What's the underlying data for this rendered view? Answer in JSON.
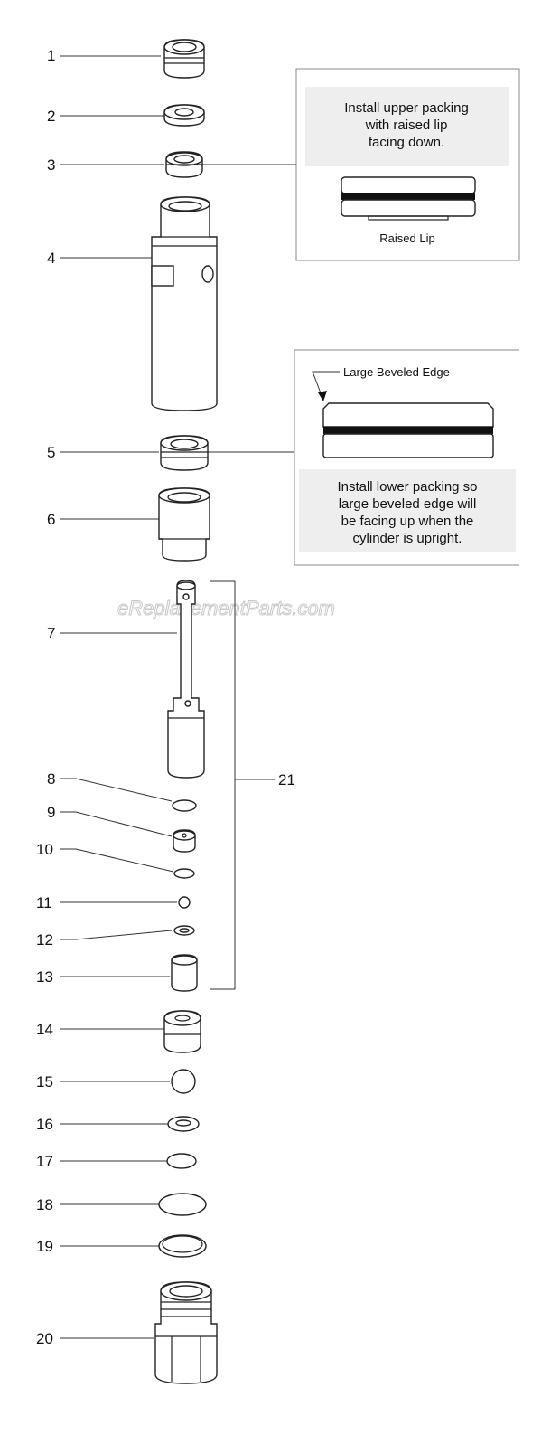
{
  "callouts": {
    "upper_packing": {
      "text_lines": [
        "Install upper packing",
        "with raised lip",
        "facing down."
      ],
      "label": "Raised Lip"
    },
    "lower_packing": {
      "top_label": "Large Beveled Edge",
      "text_lines": [
        "Install lower packing so",
        "large beveled edge will",
        "be facing up when the",
        "cylinder is upright."
      ]
    }
  },
  "watermark": "eReplacementParts.com",
  "parts": [
    {
      "number": "1"
    },
    {
      "number": "2"
    },
    {
      "number": "3"
    },
    {
      "number": "4"
    },
    {
      "number": "5"
    },
    {
      "number": "6"
    },
    {
      "number": "7"
    },
    {
      "number": "8"
    },
    {
      "number": "9"
    },
    {
      "number": "10"
    },
    {
      "number": "11"
    },
    {
      "number": "12"
    },
    {
      "number": "13"
    },
    {
      "number": "14"
    },
    {
      "number": "15"
    },
    {
      "number": "16"
    },
    {
      "number": "17"
    },
    {
      "number": "18"
    },
    {
      "number": "19"
    },
    {
      "number": "20"
    }
  ],
  "assembly_group": {
    "number": "21"
  }
}
